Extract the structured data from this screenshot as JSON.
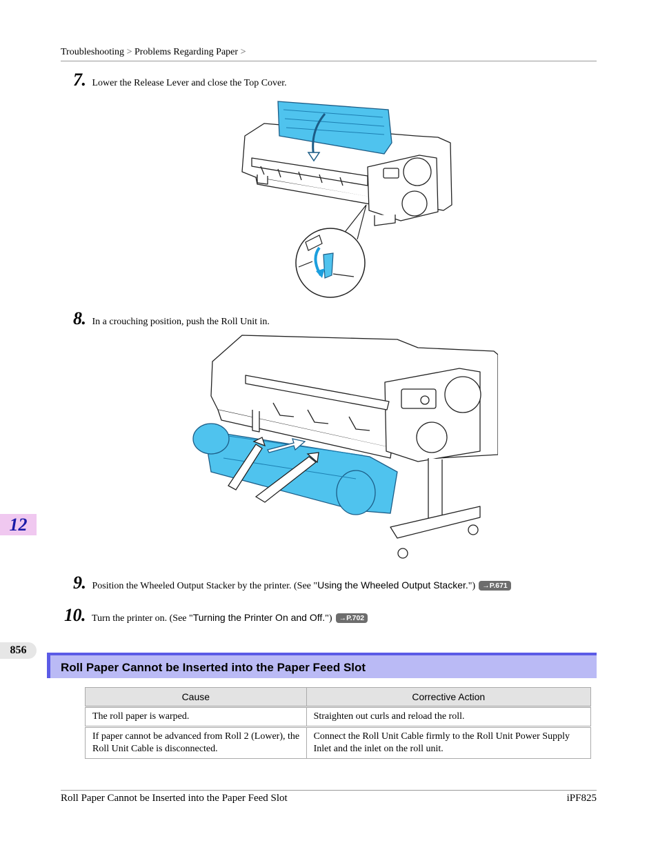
{
  "breadcrumb": {
    "item1": "Troubleshooting",
    "separator": ">",
    "item2": "Problems Regarding Paper"
  },
  "steps": [
    {
      "number": "7.",
      "text": "Lower the Release Lever and close the Top Cover."
    },
    {
      "number": "8.",
      "text": "In a crouching position, push the Roll Unit in."
    },
    {
      "number": "9.",
      "text": "Position the Wheeled Output Stacker by the printer.  (See \"",
      "link": "Using the Wheeled Output Stacker.",
      "close": "\")",
      "ref": "→P.671"
    },
    {
      "number": "10.",
      "text": "Turn the printer on.  (See \"",
      "link": "Turning the Printer On and Off.",
      "close": "\")",
      "ref": "→P.702"
    }
  ],
  "chapter_tab": "12",
  "page_number": "856",
  "section": {
    "title": "Roll Paper Cannot be Inserted into the Paper Feed Slot"
  },
  "table": {
    "headers": [
      "Cause",
      "Corrective Action"
    ],
    "rows": [
      [
        "The roll paper is warped.",
        "Straighten out curls and reload the roll."
      ],
      [
        "If paper cannot be advanced from Roll 2 (Lower), the Roll Unit Cable is disconnected.",
        "Connect the Roll Unit Cable firmly to the Roll Unit Power Supply Inlet and the inlet on the roll unit."
      ]
    ]
  },
  "footer": {
    "left": "Roll Paper Cannot be Inserted into the Paper Feed Slot",
    "right": "iPF825"
  },
  "colors": {
    "accent_blue": "#4fc3ee",
    "section_bg": "#babaf5",
    "section_bar": "#5b5be6",
    "chapter_tab_bg": "#f0c8f0"
  }
}
